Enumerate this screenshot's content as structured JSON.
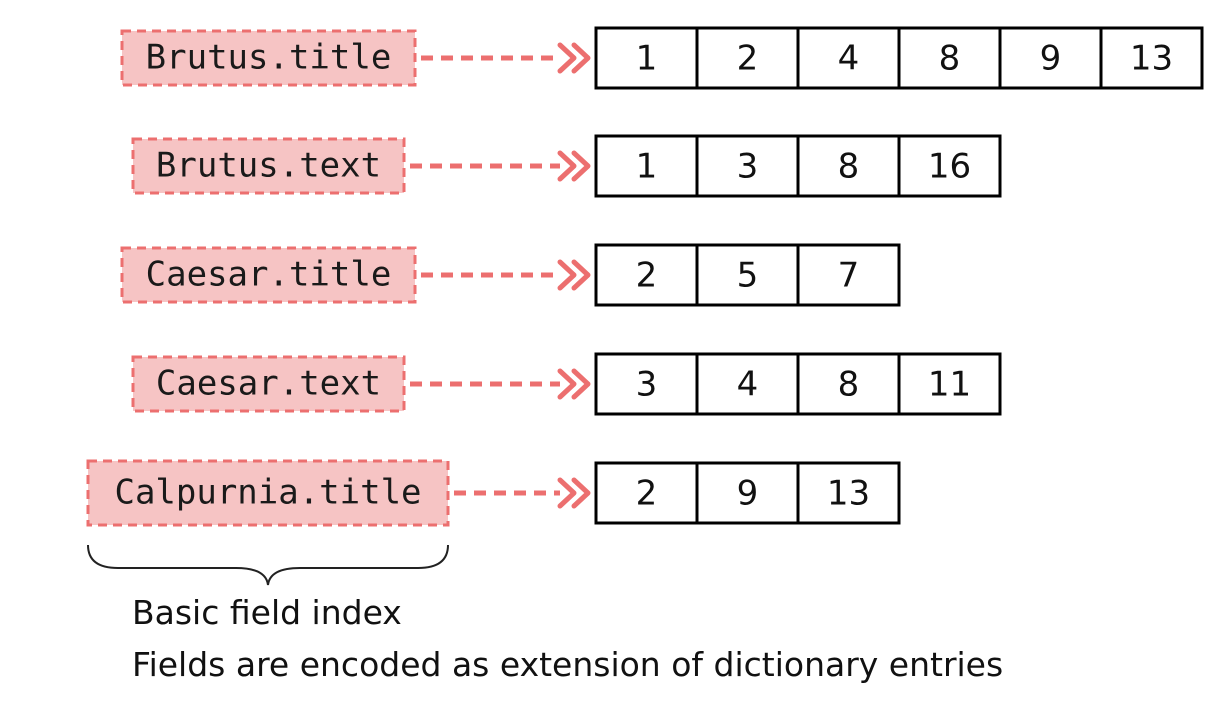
{
  "colors": {
    "term_fill": "#f6c4c4",
    "term_border": "#ec6f6f",
    "arrow": "#ec6f6f",
    "cell_border": "#000000"
  },
  "rows": [
    {
      "term": "Brutus.title",
      "postings": [
        "1",
        "2",
        "4",
        "8",
        "9",
        "13"
      ]
    },
    {
      "term": "Brutus.text",
      "postings": [
        "1",
        "3",
        "8",
        "16"
      ]
    },
    {
      "term": "Caesar.title",
      "postings": [
        "2",
        "5",
        "7"
      ]
    },
    {
      "term": "Caesar.text",
      "postings": [
        "3",
        "4",
        "8",
        "11"
      ]
    },
    {
      "term": "Calpurnia.title",
      "postings": [
        "2",
        "9",
        "13"
      ]
    }
  ],
  "caption": {
    "line1": "Basic field index",
    "line2": "Fields are encoded as extension of dictionary entries"
  }
}
